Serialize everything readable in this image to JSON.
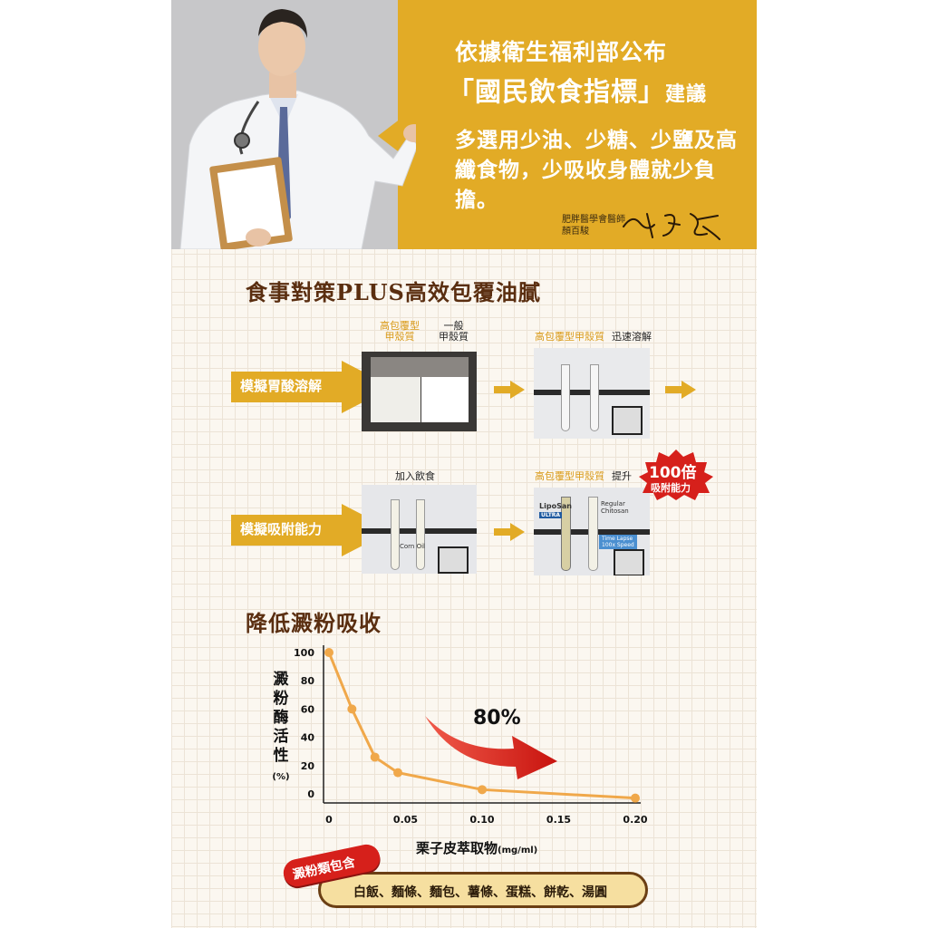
{
  "banner": {
    "headline_line1": "依據衛生福利部公布",
    "headline_line2_main": "「國民飲食指標」",
    "headline_line2_suffix": "建議",
    "body": "多選用少油、少糖、少鹽及高纖食物，少吸收身體就少負擔。",
    "signature_title": "肥胖醫學會醫師",
    "signature_name": "顏百駿",
    "colors": {
      "gold": "#e2ab26",
      "grey": "#c7c7c9"
    }
  },
  "section1": {
    "title": "食事對策PLUS高效包覆油膩",
    "row1": {
      "label": "模擬胃酸溶解",
      "cap_high": "高包覆型\n甲殼質",
      "cap_normal": "一般\n甲殼質",
      "cap_result_gold": "高包覆型甲殼質",
      "cap_result_dark": "迅速溶解"
    },
    "row2": {
      "label": "模擬吸附能力",
      "cap_add": "加入飲食",
      "cap_result_gold": "高包覆型甲殼質",
      "cap_result_dark": "提升",
      "photo_label_oil": "Corn Oil",
      "photo_label_brand": "LipoSan",
      "photo_label_brand_sub": "ULTRA",
      "photo_label_regular": "Regular\nChitosan",
      "photo_label_timelapse": "Time Lapse\n100x Speed",
      "badge_big": "100倍",
      "badge_small": "吸附能力"
    }
  },
  "section2": {
    "title": "降低澱粉吸收",
    "annotation": "80%",
    "ylabel": "澱粉酶活性",
    "ylabel_unit": "(%)",
    "xlabel": "栗子皮萃取物",
    "xlabel_unit": "(mg/ml)"
  },
  "chart_data": {
    "type": "line",
    "x": [
      0,
      0.015,
      0.03,
      0.045,
      0.1,
      0.2
    ],
    "series": [
      {
        "values": [
          100,
          60,
          26,
          15,
          3,
          -3
        ]
      }
    ],
    "xticks": [
      "0",
      "0.05",
      "0.10",
      "0.15",
      "0.20"
    ],
    "yticks": [
      "100",
      "80",
      "60",
      "40",
      "20",
      "0"
    ],
    "xlim": [
      0,
      0.2
    ],
    "ylim": [
      0,
      100
    ],
    "color": "#f0a84a"
  },
  "bottom": {
    "tag": "澱粉類包含",
    "foods": "白飯、麵條、麵包、薯條、蛋糕、餅乾、湯圓"
  }
}
